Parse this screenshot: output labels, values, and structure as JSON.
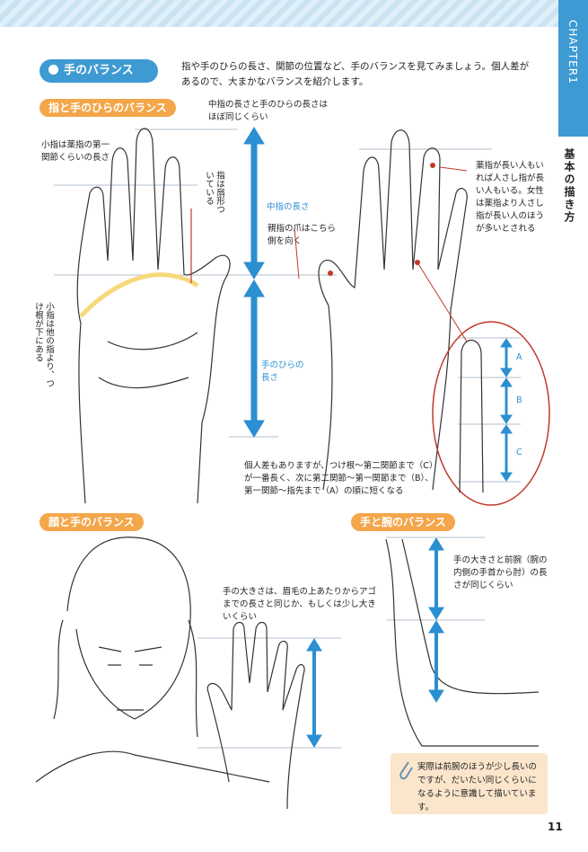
{
  "chapter_tab": "CHAPTER1",
  "side_title": "基本の描き方",
  "page_number": "11",
  "main_heading": "手のバランス",
  "intro_text": "指や手のひらの長さ、関節の位置など、手のバランスを見てみましょう。個人差があるので、大まかなバランスを紹介します。",
  "sections": {
    "finger_palm": {
      "label": "指と手のひらのバランス",
      "note_middle_palm": "中指の長さと手のひらの長さはほぼ同じくらい",
      "note_pinky": "小指は薬指の第一関節くらいの長さ",
      "note_fan": "指は扇形ついている",
      "note_pinky_base": "小指は他の指より、つけ根が下にある",
      "label_middle_length": "中指の長さ",
      "label_palm_length": "手のひらの長さ",
      "note_thumb_nail": "親指の爪はこちら側を向く",
      "note_ring": "薬指が長い人もいれば人さし指が長い人もいる。女性は薬指より人さし指が長い人のほうが多いとされる",
      "joint_labels": [
        "A",
        "B",
        "C"
      ],
      "note_joints": "個人差もありますが、つけ根～第二関節まで（C）が一番長く、次に第二関節～第一関節まで（B）、第一関節～指先まで（A）の順に短くなる"
    },
    "face_hand": {
      "label": "顔と手のバランス",
      "note": "手の大きさは、眉毛の上あたりからアゴまでの長さと同じか、もしくは少し大きいくらい"
    },
    "hand_arm": {
      "label": "手と腕のバランス",
      "note": "手の大きさと前腕（腕の内側の手首から肘）の長さが同じくらい",
      "tip": "実際は前腕のほうが少し長いのですが、だいたい同じくらいになるように意識して描いています。"
    }
  },
  "colors": {
    "accent_blue": "#3e9ad2",
    "arrow_blue": "#2b8fd1",
    "orange": "#f4a64a",
    "red": "#c0392b",
    "note_bg": "#fbe6cc"
  }
}
